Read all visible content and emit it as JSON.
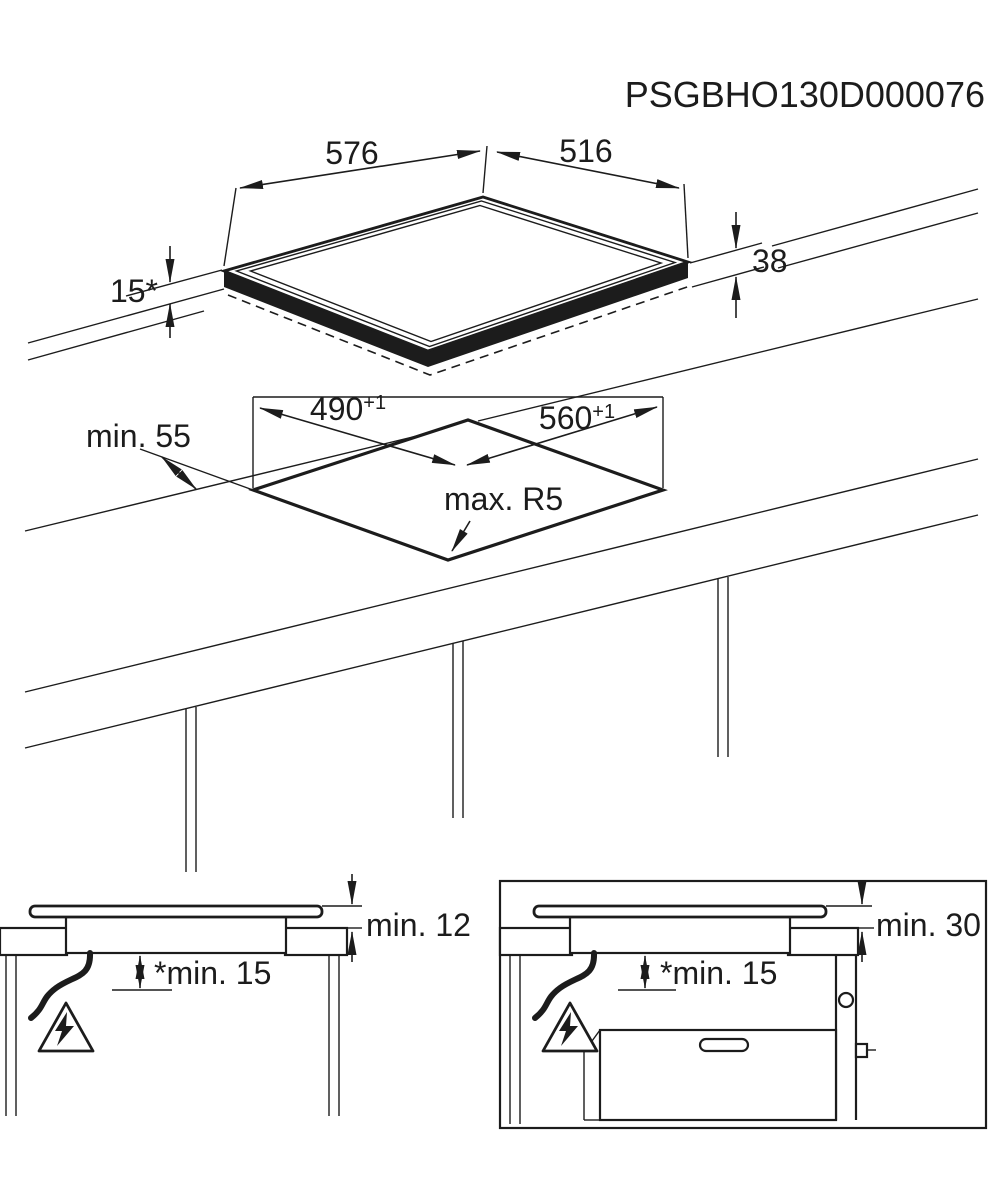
{
  "part_number": "PSGBHO130D000076",
  "colors": {
    "line": "#1c1c1c",
    "background": "#ffffff"
  },
  "isometric_view": {
    "width": "576",
    "depth": "516",
    "total_height": "38",
    "height_above_worktop": "15*"
  },
  "cutout_view": {
    "cutout_depth": "490",
    "cutout_depth_tolerance": "+1",
    "cutout_width": "560",
    "cutout_width_tolerance": "+1",
    "min_side_clearance": "min. 55",
    "max_corner_radius": "max. R5"
  },
  "drawer_section": {
    "min_clearance_above": "min. 12",
    "min_clearance_below": "*min. 15"
  },
  "oven_section": {
    "min_clearance_above": "min. 30",
    "min_clearance_below": "*min. 15"
  },
  "icons": {
    "hazard": "electrical-hazard-warning-icon"
  }
}
